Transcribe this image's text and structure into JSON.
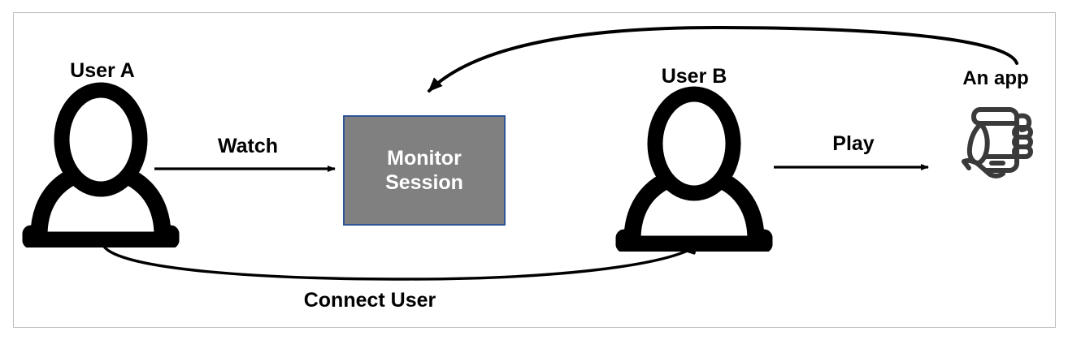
{
  "diagram": {
    "title": "",
    "frame_border_color": "#BFBFBF",
    "background": "#ffffff"
  },
  "nodes": [
    {
      "id": "user-a",
      "label": "User A",
      "icon": "person-icon",
      "type": "actor",
      "color": "#000000"
    },
    {
      "id": "monitor-session",
      "label": "Monitor\nSession",
      "type": "process",
      "fill": "#808080",
      "border": "#2F5597",
      "text_color": "#FFFFFF"
    },
    {
      "id": "user-b",
      "label": "User B",
      "icon": "person-icon",
      "type": "actor",
      "color": "#000000"
    },
    {
      "id": "an-app",
      "label": "An app",
      "icon": "hand-holding-phone-icon",
      "type": "system",
      "color": "#3A3A3A"
    }
  ],
  "edges": [
    {
      "id": "watch",
      "label": "Watch",
      "from": "user-a",
      "to": "monitor-session",
      "style": "straight",
      "arrowhead": "solid",
      "color": "#000000"
    },
    {
      "id": "play",
      "label": "Play",
      "from": "user-b",
      "to": "an-app",
      "style": "straight",
      "arrowhead": "solid",
      "color": "#000000"
    },
    {
      "id": "feed",
      "label": "",
      "from": "an-app",
      "to": "monitor-session",
      "style": "curved-top",
      "arrowhead": "solid",
      "color": "#000000"
    },
    {
      "id": "connect-user",
      "label": "Connect User",
      "from": "user-a",
      "to": "user-b",
      "style": "curved-bottom",
      "arrowhead": "open",
      "color": "#000000"
    }
  ],
  "labels": {
    "user_a": "User A",
    "user_b": "User B",
    "an_app": "An app",
    "monitor_session": "Monitor\nSession",
    "watch": "Watch",
    "play": "Play",
    "connect_user": "Connect User"
  }
}
